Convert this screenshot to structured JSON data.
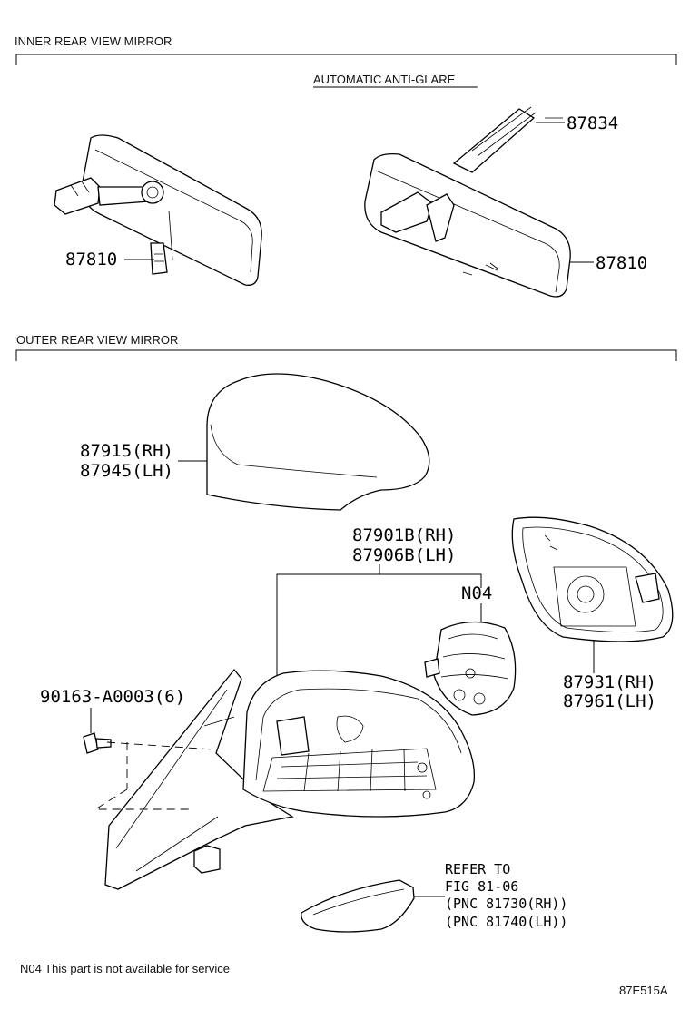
{
  "sections": {
    "inner": "INNER REAR VIEW MIRROR",
    "outer": "OUTER REAR VIEW MIRROR"
  },
  "labels": {
    "auto_anti_glare": "AUTOMATIC ANTI-GLARE",
    "p87834": "87834",
    "p87810_left": "87810",
    "p87810_right": "87810",
    "p87915": "87915(RH)",
    "p87945": "87945(LH)",
    "p87901b": "87901B(RH)",
    "p87906b": "87906B(LH)",
    "n04": "N04",
    "p90163": "90163-A0003(6)",
    "p87931": "87931(RH)",
    "p87961": "87961(LH)",
    "refer_to": "REFER TO",
    "fig": "FIG 81-06",
    "pnc_rh": "(PNC 81730(RH))",
    "pnc_lh": "(PNC 81740(LH))"
  },
  "footnote": "N04 This part is not available for service",
  "diagram_code": "87E515A"
}
